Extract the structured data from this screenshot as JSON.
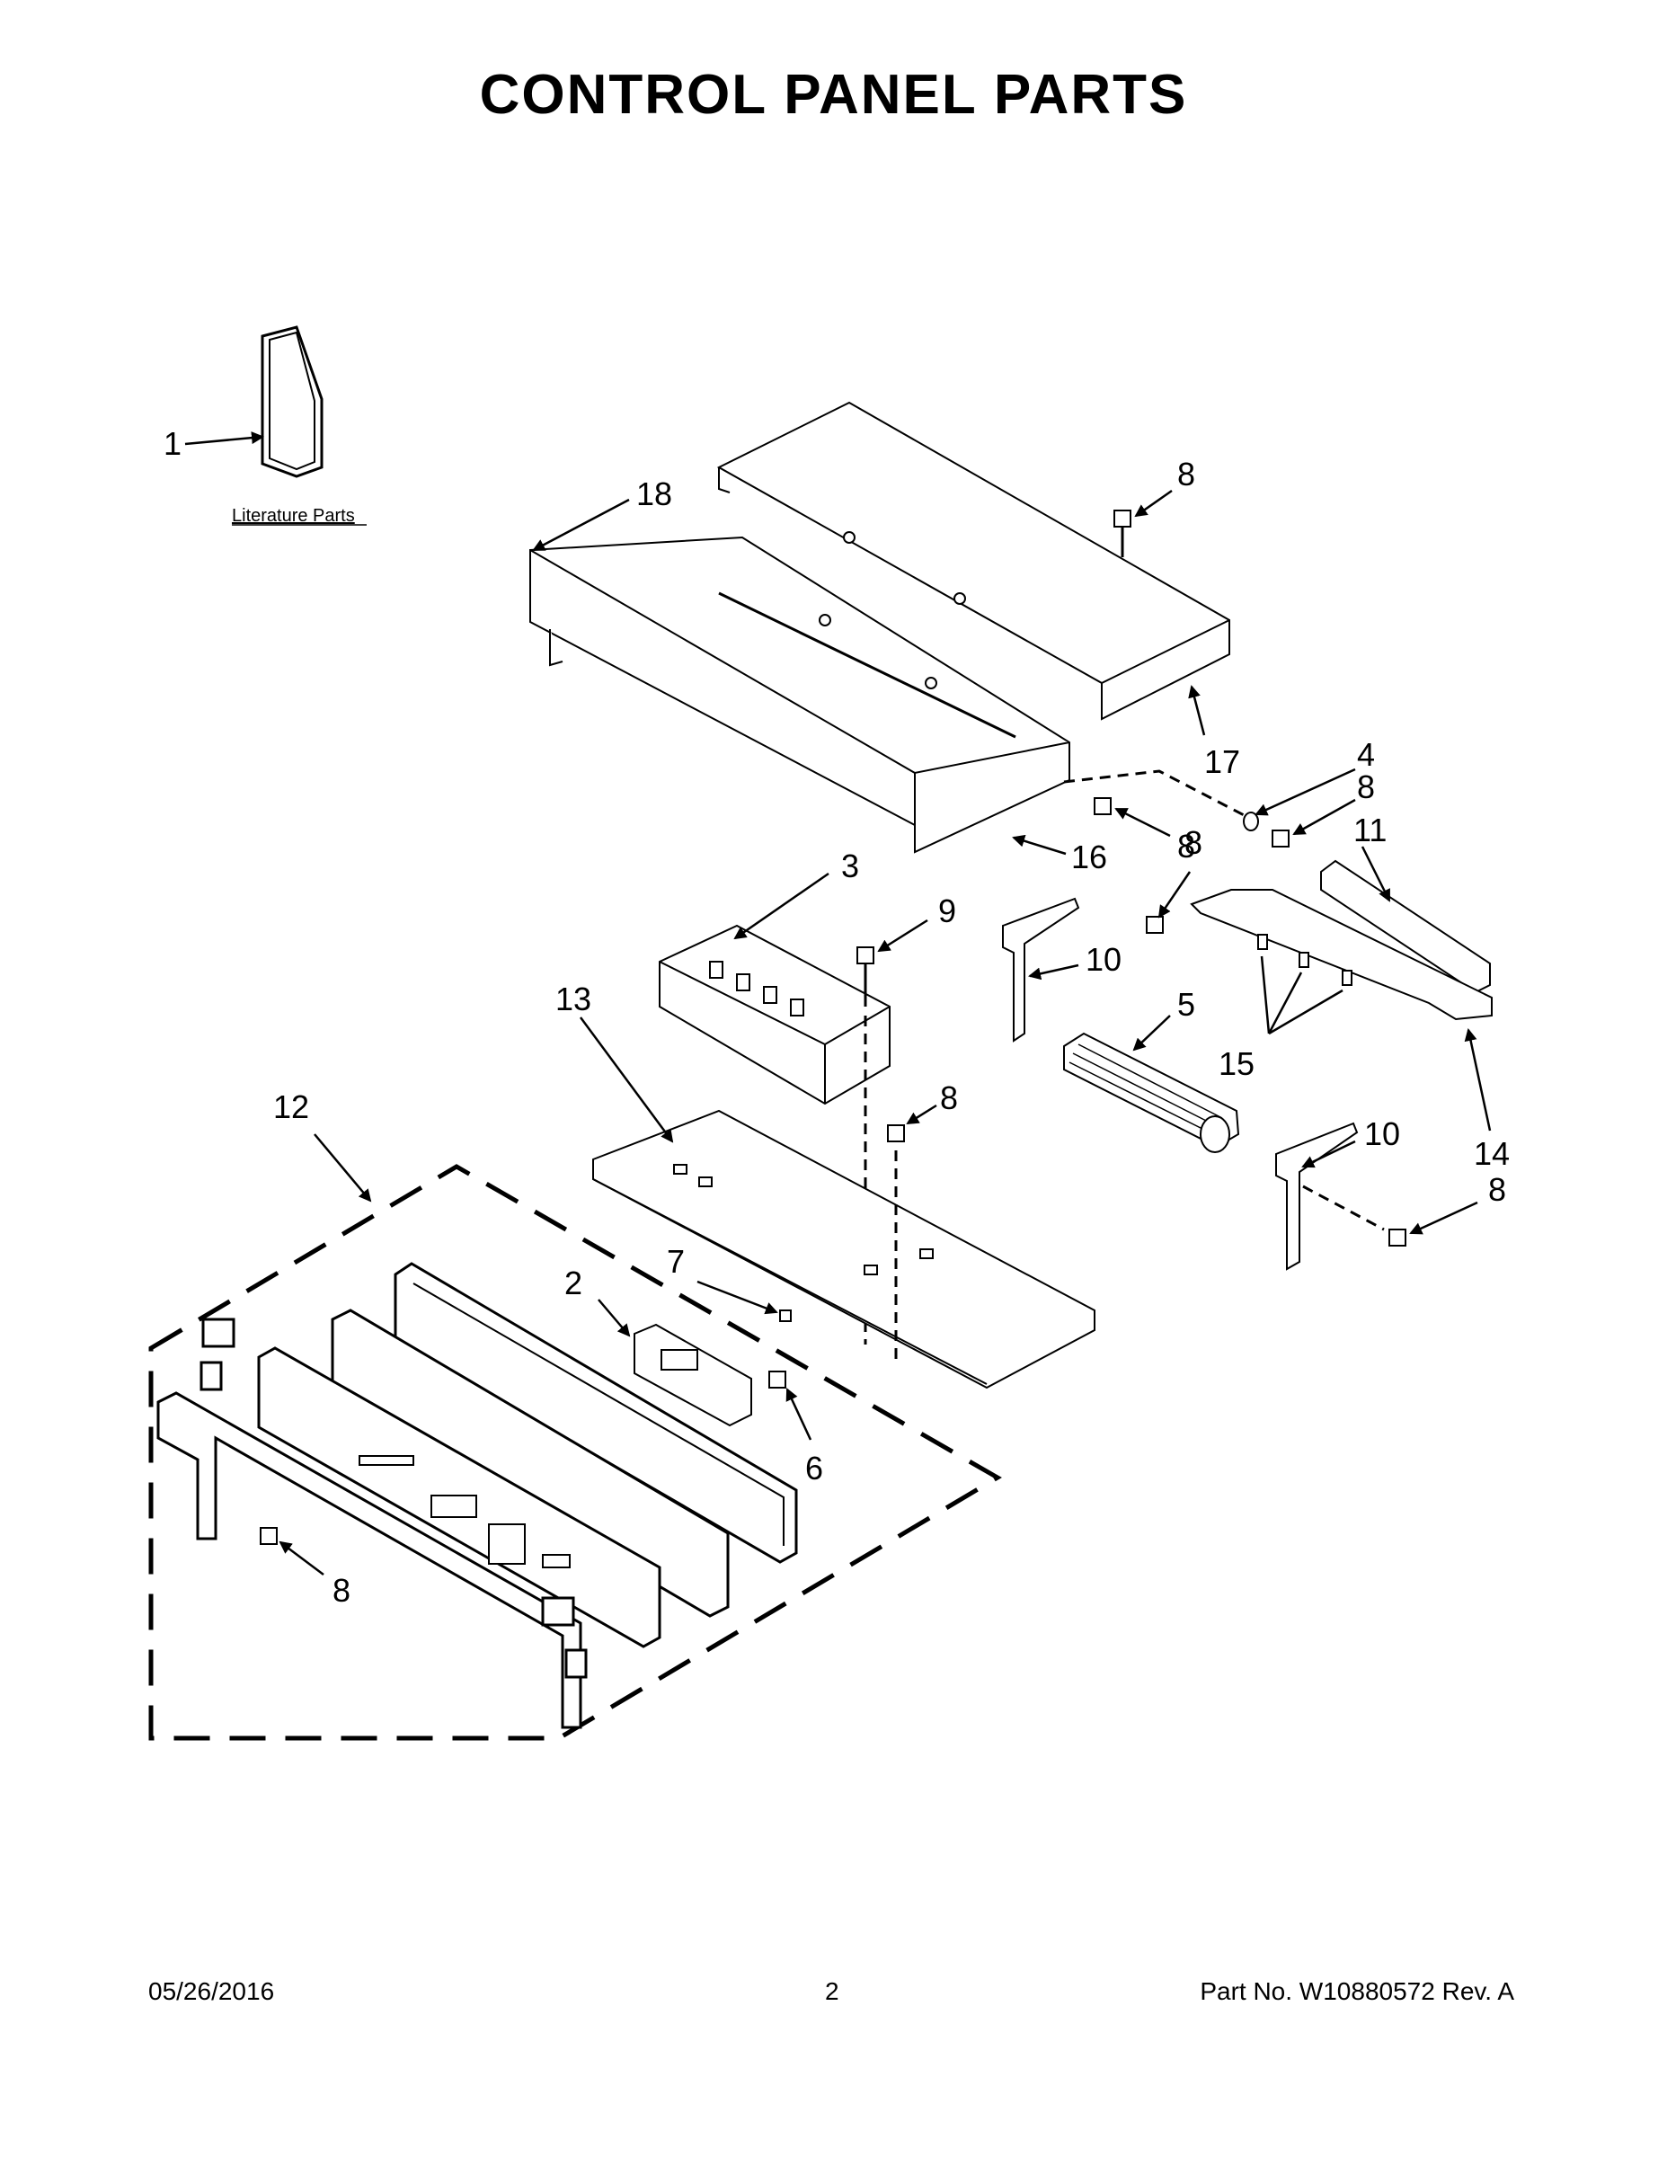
{
  "title": "CONTROL PANEL PARTS",
  "literature_label": "Literature Parts",
  "callouts": {
    "c1": "1",
    "c2": "2",
    "c3": "3",
    "c4": "4",
    "c5": "5",
    "c6": "6",
    "c7": "7",
    "c8a": "8",
    "c8b": "8",
    "c8c": "8",
    "c8d": "8",
    "c8e": "8",
    "c8f": "8",
    "c8g": "8",
    "c9": "9",
    "c10a": "10",
    "c10b": "10",
    "c11": "11",
    "c12": "12",
    "c13": "13",
    "c14": "14",
    "c15": "15",
    "c16": "16",
    "c17": "17",
    "c18": "18"
  },
  "footer": {
    "date": "05/26/2016",
    "page": "2",
    "part": "Part No.  W10880572   Rev.  A"
  }
}
